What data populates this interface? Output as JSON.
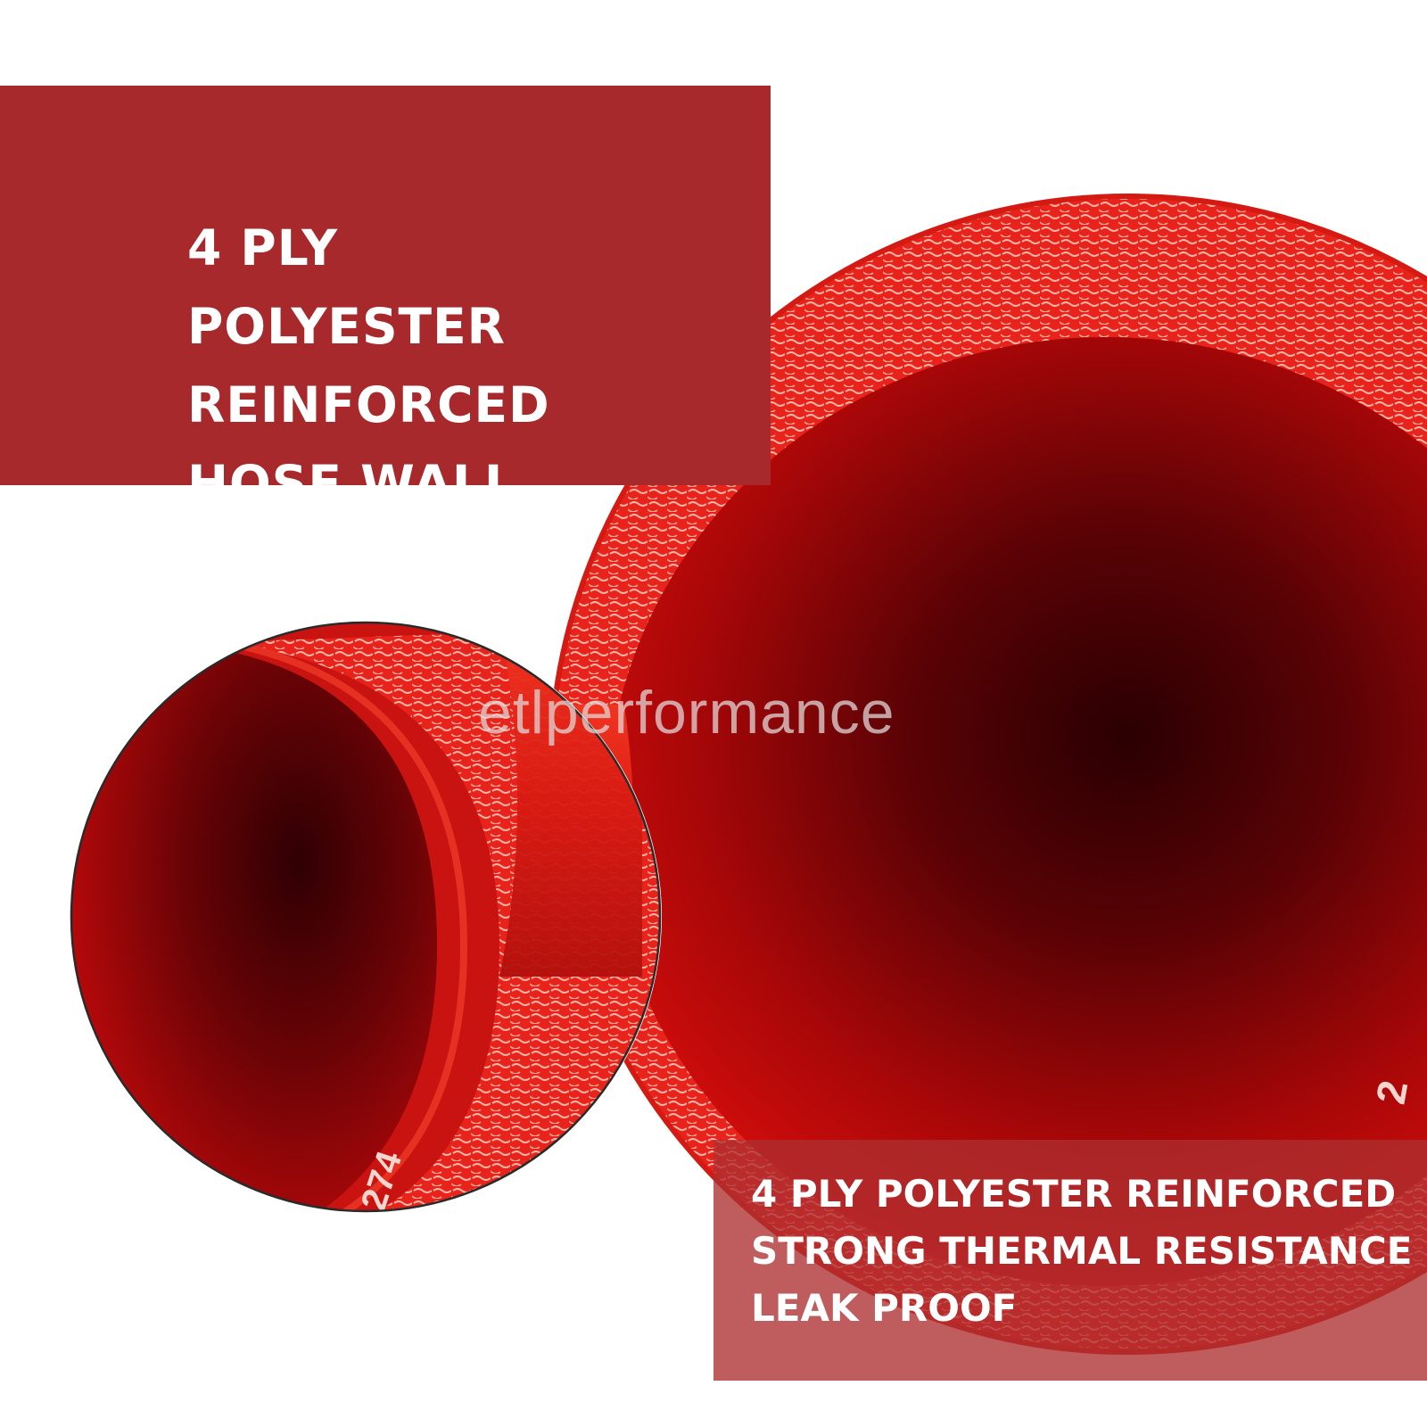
{
  "title_panel": {
    "lines": [
      "4 PLY",
      "POLYESTER",
      "REINFORCED",
      "HOSE WALL"
    ]
  },
  "feature_panel": {
    "lines": [
      "4 PLY POLYESTER REINFORCED",
      "STRONG THERMAL RESISTANCE",
      "LEAK PROOF"
    ]
  },
  "watermark": "etlperformance",
  "hose_markings": {
    "small_hose": "274",
    "large_hose": "2"
  },
  "colors": {
    "title_panel": "#a7292b",
    "feature_panel": "#ad2e30",
    "hose_red": "#e8231b",
    "hose_dark": "#3a0204"
  }
}
